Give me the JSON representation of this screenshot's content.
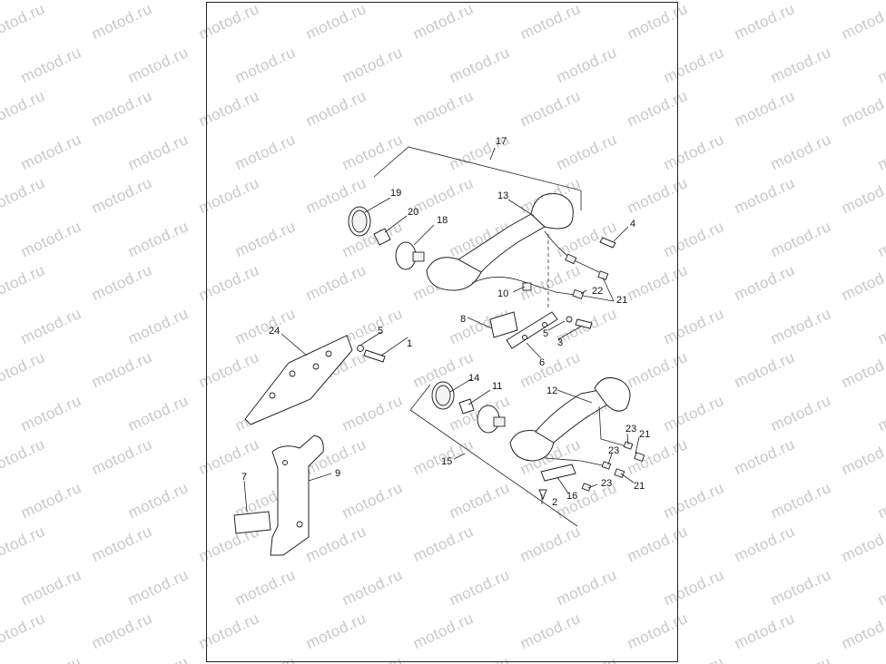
{
  "watermark": "motod.ru",
  "callouts": {
    "c1": "1",
    "c2": "2",
    "c3": "3",
    "c4": "4",
    "c5a": "5",
    "c5b": "5",
    "c6": "6",
    "c7": "7",
    "c8": "8",
    "c9": "9",
    "c10": "10",
    "c11": "11",
    "c12": "12",
    "c13": "13",
    "c14": "14",
    "c15": "15",
    "c16": "16",
    "c17": "17",
    "c18": "18",
    "c19": "19",
    "c20": "20",
    "c21a": "21",
    "c21b": "21",
    "c21c": "21",
    "c22": "22",
    "c23a": "23",
    "c23b": "23",
    "c23c": "23",
    "c24": "24"
  }
}
